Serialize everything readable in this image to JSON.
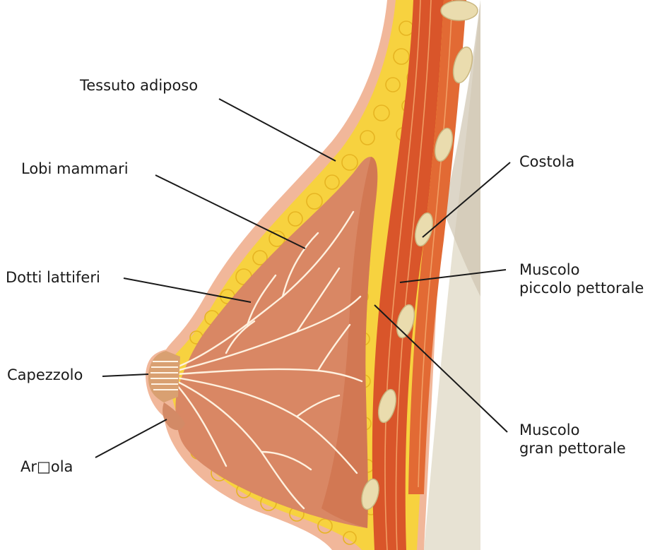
{
  "labels": {
    "tessuto_adiposo": "Tessuto adiposo",
    "lobi_mammari": "Lobi mammari",
    "dotti_lattiferi": "Dotti lattiferi",
    "capezzolo": "Capezzolo",
    "areola": "Ar□ola",
    "costola": "Costola",
    "muscolo_piccolo_line1": "Muscolo",
    "muscolo_piccolo_line2": "piccolo pettorale",
    "muscolo_gran_line1": "Muscolo",
    "muscolo_gran_line2": "gran pettorale"
  },
  "colors": {
    "skin_outline": "#e8a58a",
    "fat": "#f7d64a",
    "fat_lobule": "#f2c12e",
    "gland": "#d9805f",
    "gland_dark": "#c9663f",
    "duct": "#fff3e6",
    "muscle": "#d65a2c",
    "muscle_fiber": "#f08a4e",
    "rib": "#e8d9a8",
    "chest_wall": "#d8d3c3",
    "leader_line": "#1a1a1a"
  }
}
